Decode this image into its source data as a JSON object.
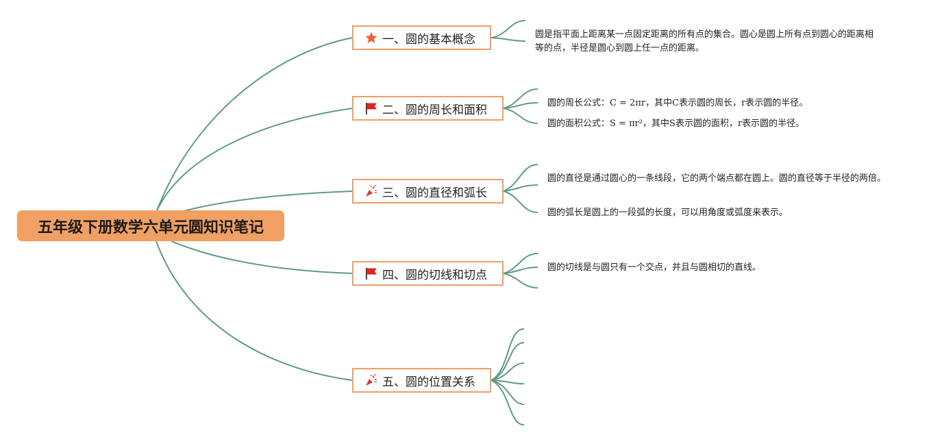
{
  "root": {
    "title": "五年级下册数学六单元圆知识笔记"
  },
  "branches": [
    {
      "label": "一、圆的基本概念",
      "icon": "star-icon",
      "notes": [
        "圆是指平面上距离某一点固定距离的所有点的集合。圆心是圆上所有点到圆心的距离相等的点，半径是圆心到圆上任一点的距离。"
      ]
    },
    {
      "label": "二、圆的周长和面积",
      "icon": "flag-icon",
      "notes": [
        "圆的周长公式：C = 2πr，其中C表示圆的周长，r表示圆的半径。",
        "圆的面积公式：S = πr²，其中S表示圆的面积，r表示圆的半径。"
      ]
    },
    {
      "label": "三、圆的直径和弧长",
      "icon": "party-popper-icon",
      "notes": [
        "圆的直径是通过圆心的一条线段，它的两个端点都在圆上。圆的直径等于半径的两倍。",
        "圆的弧长是圆上的一段弧的长度，可以用角度或弧度来表示。"
      ]
    },
    {
      "label": "四、圆的切线和切点",
      "icon": "flag-icon",
      "notes": [
        "圆的切线是与圆只有一个交点，并且与圆相切的直线。"
      ]
    },
    {
      "label": "五、圆的位置关系",
      "icon": "party-popper-icon",
      "notes": []
    }
  ],
  "colors": {
    "connector": "#5e9a86",
    "root_fill": "#f0a062",
    "branch_border": "#ec9f68",
    "star": "#e8623a",
    "flag": "#e02424",
    "popper": "#d63a3a"
  }
}
